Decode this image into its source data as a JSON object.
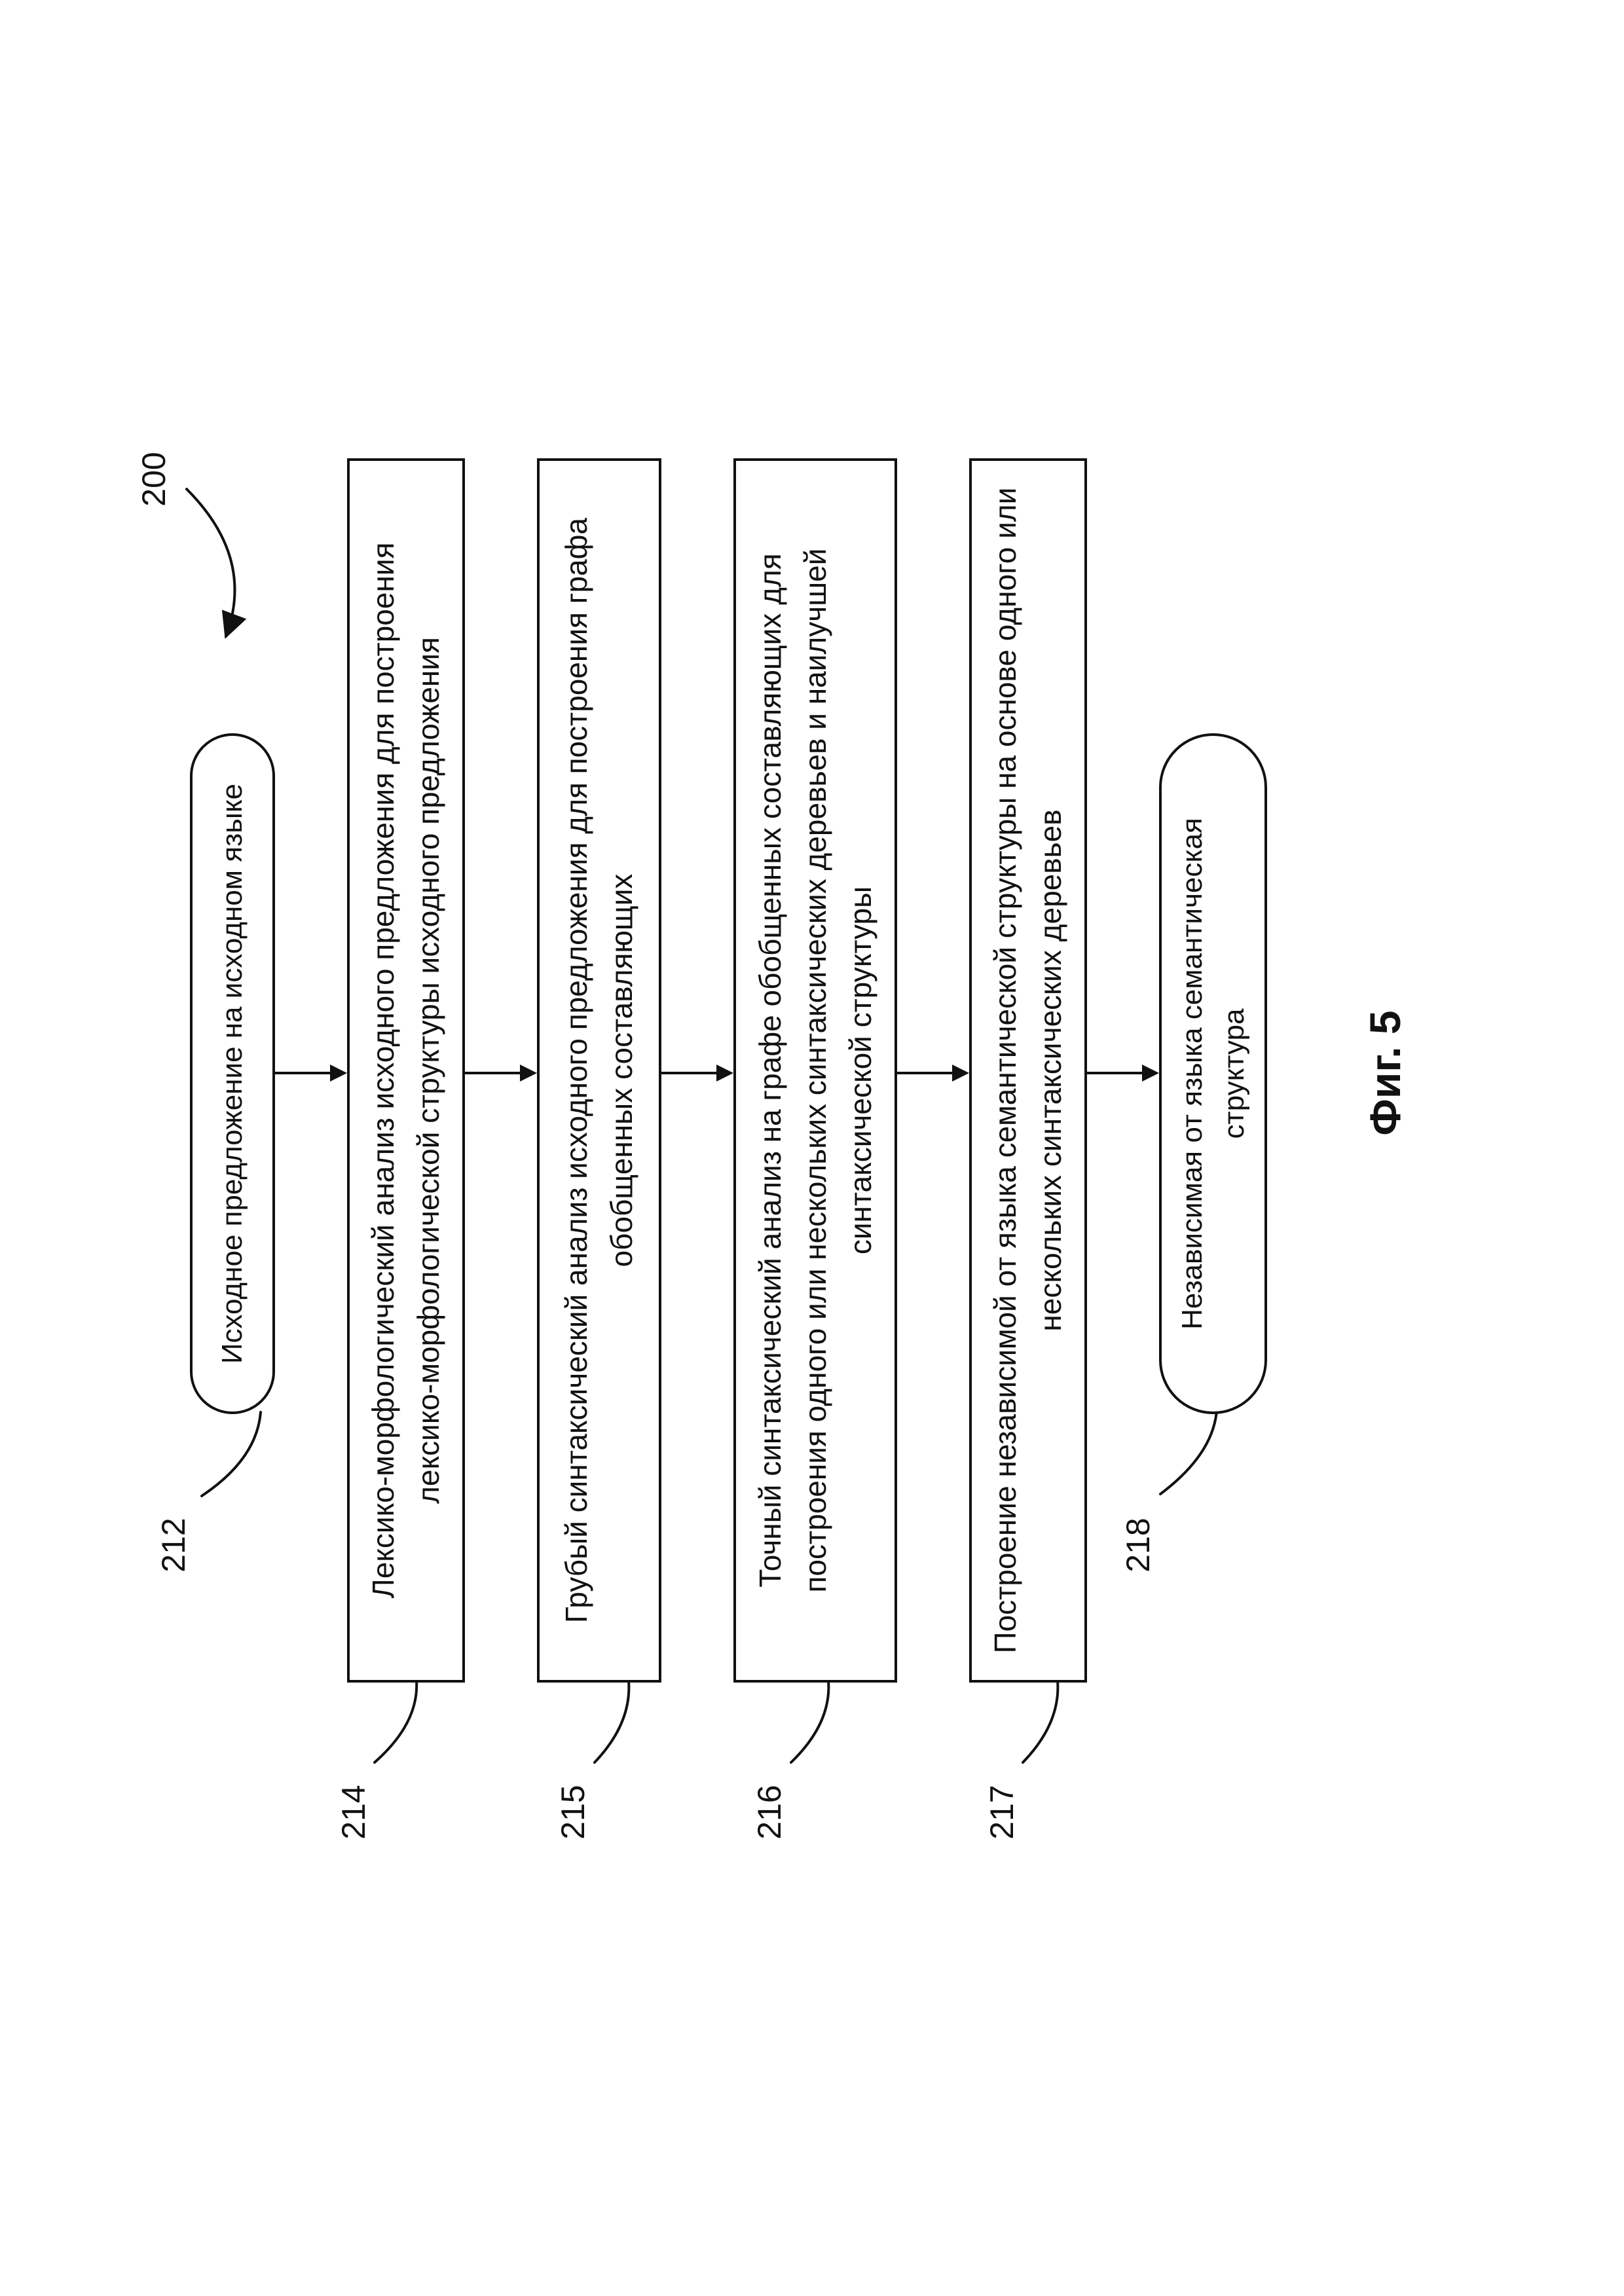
{
  "figure": {
    "caption": "Фиг. 5",
    "diagram_ref": "200"
  },
  "flowchart": {
    "nodes": [
      {
        "id": "212",
        "type": "terminator",
        "label": "212",
        "text": "Исходное предложение на исходном языке"
      },
      {
        "id": "214",
        "type": "process",
        "label": "214",
        "text": "Лексико-морфологический анализ исходного предложения для построения лексико-морфологической структуры исходного предложения"
      },
      {
        "id": "215",
        "type": "process",
        "label": "215",
        "text": "Грубый синтаксический анализ исходного предложения для построения графа обобщенных составляющих"
      },
      {
        "id": "216",
        "type": "process",
        "label": "216",
        "text": "Точный синтаксический анализ на графе обобщенных составляющих для построения одного или нескольких синтаксических деревьев и наилучшей синтаксической структуры"
      },
      {
        "id": "217",
        "type": "process",
        "label": "217",
        "text": "Построение независимой от языка семантической структуры на основе одного или нескольких синтаксических деревьев"
      },
      {
        "id": "218",
        "type": "terminator",
        "label": "218",
        "text": "Независимая от языка семантическая структура"
      }
    ]
  }
}
